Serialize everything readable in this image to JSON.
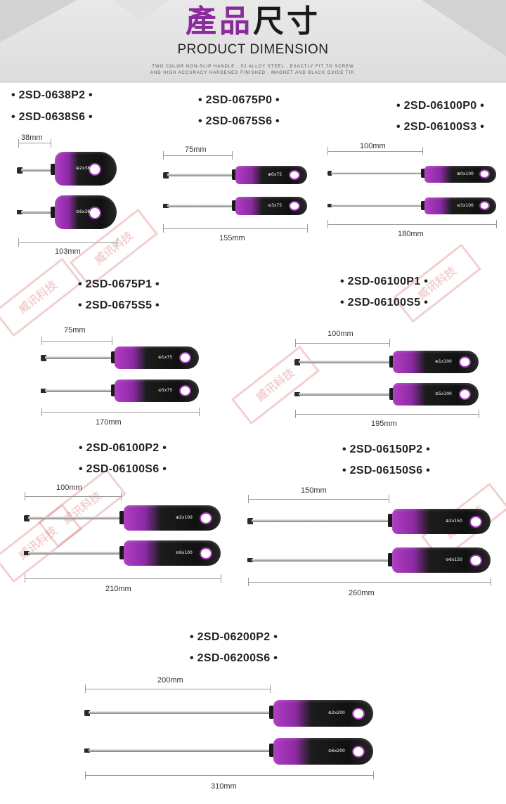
{
  "header": {
    "title_cn_purple": "產品",
    "title_cn_dark": "尺寸",
    "title_en": "PRODUCT DIMENSION",
    "desc_line1": "TWO COLOR NON-SLIP HANDLE , S2 ALLOY STEEL , EXACTLY FIT TO SCREW",
    "desc_line2": "AND HIGH ACCURACY HARDENED FINISHED , MAGNET AND BLACK OXIDE TIP."
  },
  "colors": {
    "brand_purple": "#8a2b9c",
    "handle_black": "#111111",
    "background": "#ffffff"
  },
  "watermark": "威讯科技",
  "groups": [
    {
      "model_1": "• 2SD-0638P2 •",
      "model_2": "• 2SD-0638S6 •",
      "blade_length": "38mm",
      "overall_length": "103mm",
      "label_1": "⊕2x38",
      "label_2": "⊖6x38"
    },
    {
      "model_1": "• 2SD-0675P0 •",
      "model_2": "• 2SD-0675S6 •",
      "blade_length": "75mm",
      "overall_length": "155mm",
      "label_1": "⊕0x75",
      "label_2": "⊖3x75"
    },
    {
      "model_1": "• 2SD-06100P0 •",
      "model_2": "• 2SD-06100S3 •",
      "blade_length": "100mm",
      "overall_length": "180mm",
      "label_1": "⊕0x100",
      "label_2": "⊖3x100"
    },
    {
      "model_1": "• 2SD-0675P1 •",
      "model_2": "• 2SD-0675S5 •",
      "blade_length": "75mm",
      "overall_length": "170mm",
      "label_1": "⊕1x75",
      "label_2": "⊖5x75"
    },
    {
      "model_1": "• 2SD-06100P1 •",
      "model_2": "• 2SD-06100S5 •",
      "blade_length": "100mm",
      "overall_length": "195mm",
      "label_1": "⊕1x100",
      "label_2": "⊖5x100"
    },
    {
      "model_1": "• 2SD-06100P2 •",
      "model_2": "• 2SD-06100S6 •",
      "blade_length": "100mm",
      "overall_length": "210mm",
      "label_1": "⊕2x100",
      "label_2": "⊖6x100"
    },
    {
      "model_1": "• 2SD-06150P2 •",
      "model_2": "• 2SD-06150S6 •",
      "blade_length": "150mm",
      "overall_length": "260mm",
      "label_1": "⊕2x150",
      "label_2": "⊖6x150"
    },
    {
      "model_1": "• 2SD-06200P2 •",
      "model_2": "• 2SD-06200S6 •",
      "blade_length": "200mm",
      "overall_length": "310mm",
      "label_1": "⊕2x200",
      "label_2": "⊖6x200"
    }
  ]
}
